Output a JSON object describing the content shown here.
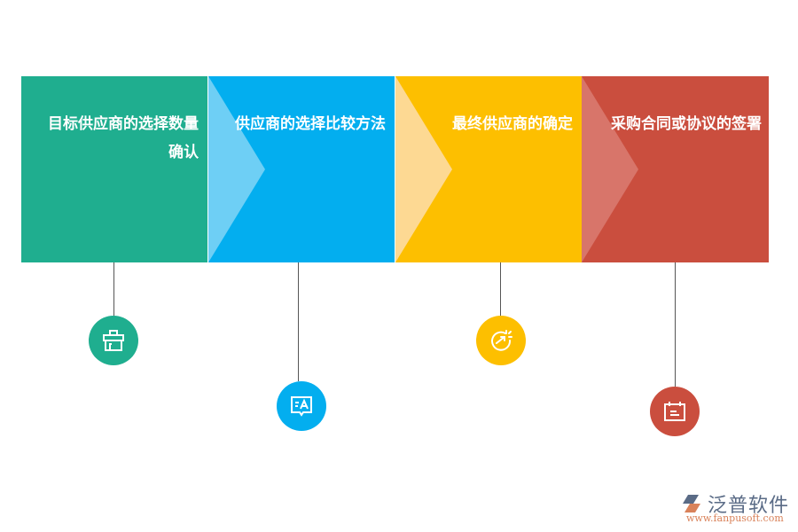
{
  "steps": [
    {
      "title_line1": "目标供应商的选择数量",
      "title_line2": "确认",
      "color": "#1fae8f",
      "chevron": "none",
      "icon": "toolbox-icon"
    },
    {
      "title_line1": "供应商的选择比较方法",
      "title_line2": "",
      "color": "#03aeef",
      "chevron": "#6ecff5",
      "icon": "translate-chat-icon"
    },
    {
      "title_line1": "最终供应商的确定",
      "title_line2": "",
      "color": "#fdbf00",
      "chevron": "#fdd993",
      "icon": "target-growth-icon"
    },
    {
      "title_line1": "采购合同或协议的签署",
      "title_line2": "",
      "color": "#ca4e3e",
      "chevron": "#d8756a",
      "icon": "calendar-icon"
    }
  ],
  "logo": {
    "name": "泛普软件",
    "url": "www.fanpusoft.com"
  }
}
